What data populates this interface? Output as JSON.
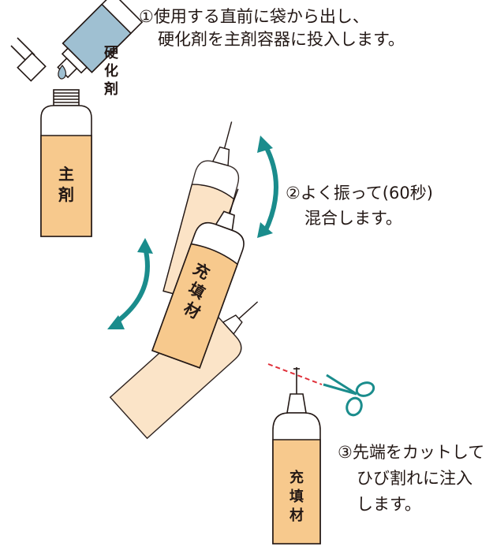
{
  "steps": {
    "step1": {
      "line1": "①使用する直前に袋から出し、",
      "line2": "硬化剤を主剤容器に投入します。"
    },
    "step2": {
      "line1": "②よく振って(60秒)",
      "line2": "混合します。"
    },
    "step3": {
      "line1": "③先端をカットして",
      "line2": "ひび割れに注入",
      "line3": "します。"
    }
  },
  "labels": {
    "hardener": [
      "硬",
      "化",
      "剤"
    ],
    "base": [
      "主",
      "剤"
    ],
    "filler": [
      "充",
      "填",
      "材"
    ]
  },
  "colors": {
    "outline": "#231815",
    "base_fill": "#f7c98d",
    "pale_fill": "#fbe3c6",
    "hardener_fill": "#9fc0d2",
    "arrow": "#1a8c8c",
    "cut_line": "#e0303a",
    "scissors": "#1a8c8c"
  }
}
